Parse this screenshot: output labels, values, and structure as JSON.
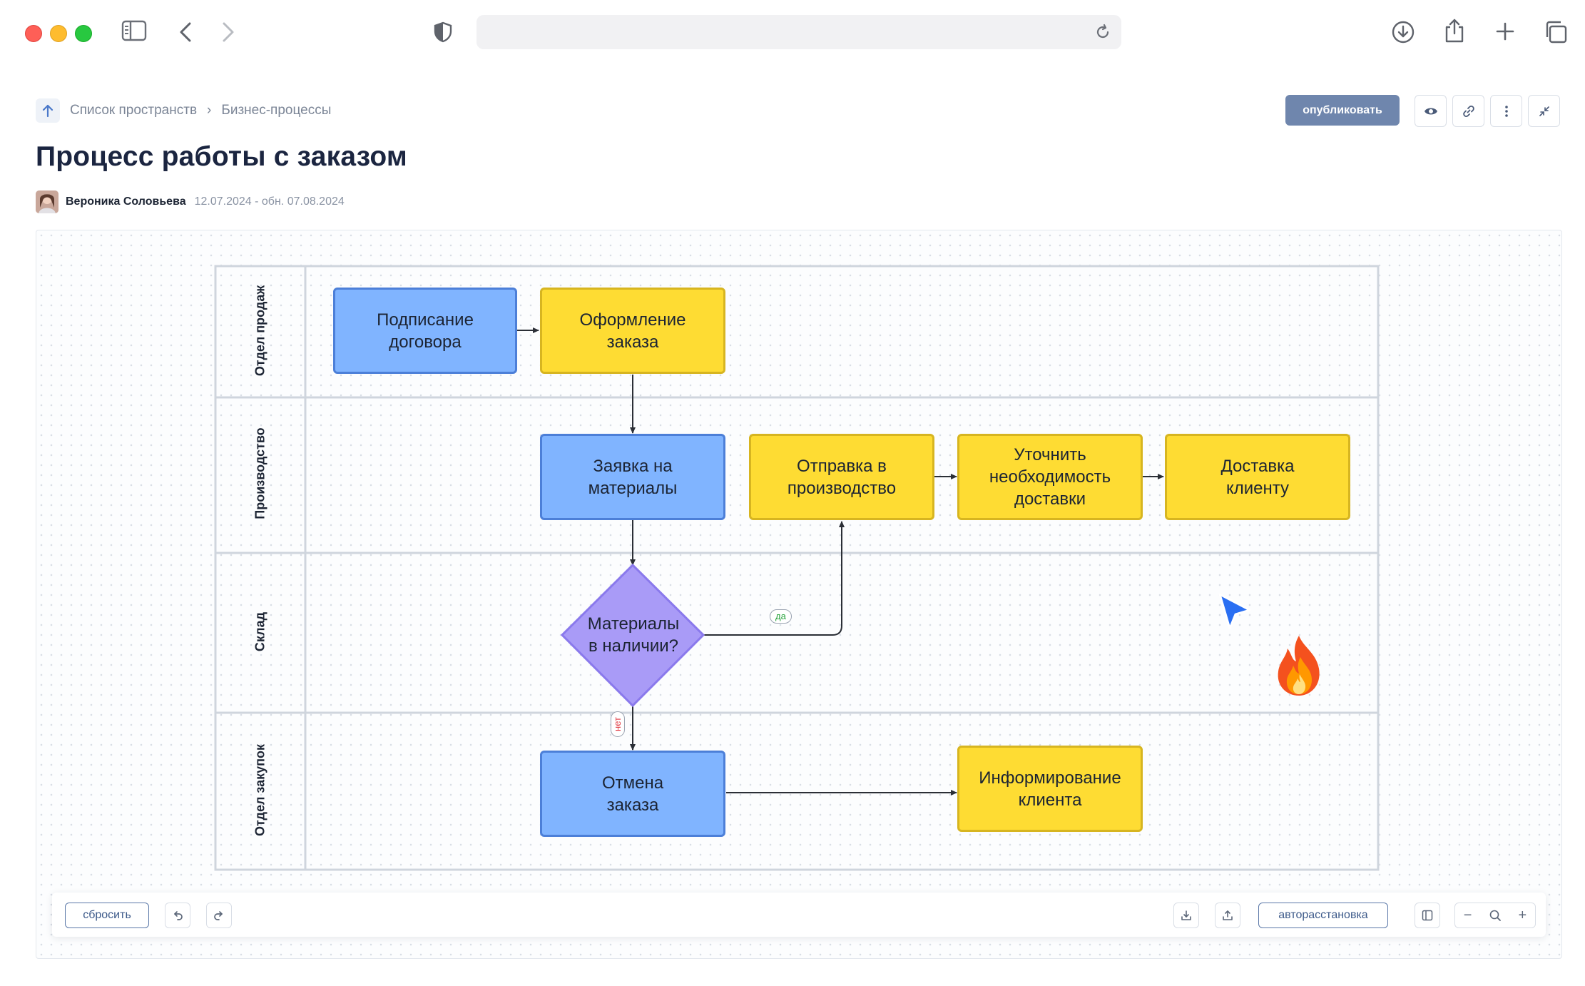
{
  "browser": {
    "url": "",
    "icons": [
      "sidebar-icon",
      "back-icon",
      "forward-icon",
      "shield-icon",
      "reload-icon",
      "download-icon",
      "share-icon",
      "new-tab-icon",
      "tabs-overview-icon"
    ]
  },
  "breadcrumb": {
    "items": [
      "Список пространств",
      "Бизнес-процессы"
    ],
    "separator": "›"
  },
  "page": {
    "title": "Процесс работы с заказом",
    "author": "Вероника Соловьева",
    "dates": "12.07.2024 - обн. 07.08.2024"
  },
  "actions": {
    "publish_label": "опубликовать",
    "icons": [
      "eye-icon",
      "link-icon",
      "more-vertical-icon",
      "collapse-icon"
    ]
  },
  "diagram": {
    "lanes": [
      "Отдел продаж",
      "Производство",
      "Склад",
      "Отдел закупок"
    ],
    "nodes": {
      "sign_contract": "Подписание\nдоговора",
      "order_registration": "Оформление\nзаказа",
      "materials_request": "Заявка на\nматериалы",
      "send_to_production": "Отправка в\nпроизводство",
      "clarify_delivery": "Уточнить\nнеобходимость\nдоставки",
      "delivery": "Доставка\nклиенту",
      "materials_in_stock": "Материалы\nв наличии?",
      "cancel_order": "Отмена\nзаказа",
      "inform_client": "Информирование\nклиента"
    },
    "edge_labels": {
      "yes": "да",
      "no": "нет"
    },
    "colors": {
      "blue_fill": "#80b4ff",
      "yellow_fill": "#fedc33",
      "decision_fill": "#a99bf7"
    }
  },
  "toolbar": {
    "reset_label": "сбросить",
    "autolayout_label": "авторасстановка",
    "zoom_out": "−",
    "zoom_in": "+"
  }
}
